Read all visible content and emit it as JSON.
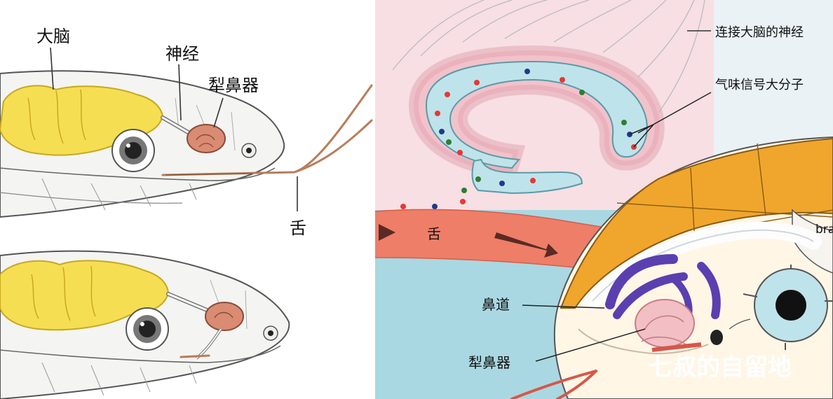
{
  "left_panel": {
    "labels": {
      "brain": "大脑",
      "nerve": "神经",
      "vomeronasal": "犁鼻器",
      "tongue": "舌"
    }
  },
  "right_panel": {
    "labels": {
      "brain_nerve": "连接大脑的神经",
      "odor_molecules": "气味信号大分子",
      "tongue": "舌",
      "nasal_passage": "鼻道",
      "vomeronasal": "犁鼻器",
      "brain_partial": "bra"
    },
    "molecule_colors": [
      "#e53935",
      "#2e7d32",
      "#1e3a8a"
    ]
  },
  "watermark": "七叔的自留地",
  "colors": {
    "brain_yellow": "#f6de52",
    "organ_brown": "#d98c73",
    "tongue_salmon": "#ee7e68",
    "scale_orange": "#f0a62c",
    "nerve_purple": "#5a3fb0",
    "sky_blue": "#a9d8e2",
    "pink_bg": "#f7dfe3"
  }
}
